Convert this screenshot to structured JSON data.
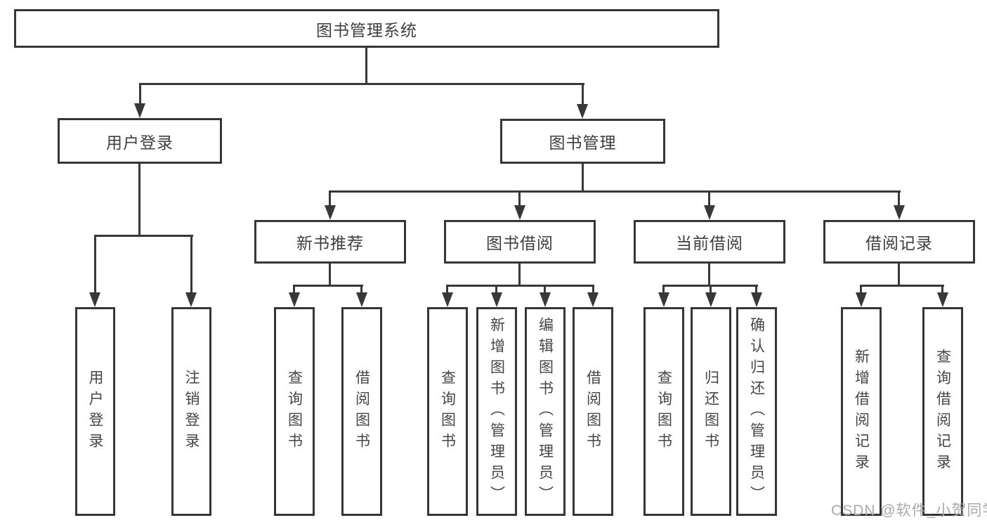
{
  "diagram": {
    "type": "hierarchy-tree",
    "title": "图书管理系统",
    "nodes": {
      "root": "图书管理系统",
      "level1": [
        "用户登录",
        "图书管理"
      ],
      "level2": [
        "新书推荐",
        "图书借阅",
        "当前借阅",
        "借阅记录"
      ],
      "leaves_user_login": [
        "用户登录",
        "注销登录"
      ],
      "leaves_new_books": [
        "查询图书",
        "借阅图书"
      ],
      "leaves_book_borrow": [
        "查询图书",
        "新增图书（管理员）",
        "编辑图书（管理员）",
        "借阅图书"
      ],
      "leaves_current_borrow": [
        "查询图书",
        "归还图书",
        "确认归还（管理员）"
      ],
      "leaves_borrow_records": [
        "新增借阅记录",
        "查询借阅记录"
      ]
    },
    "watermark": "CSDN @软件_小贺同学",
    "colors": {
      "line": "#383838",
      "box_border": "#363636",
      "text": "#3e3e3e",
      "leaf_text": "#464646",
      "watermark": "#a9a9a9",
      "background": "#ffffff"
    }
  }
}
